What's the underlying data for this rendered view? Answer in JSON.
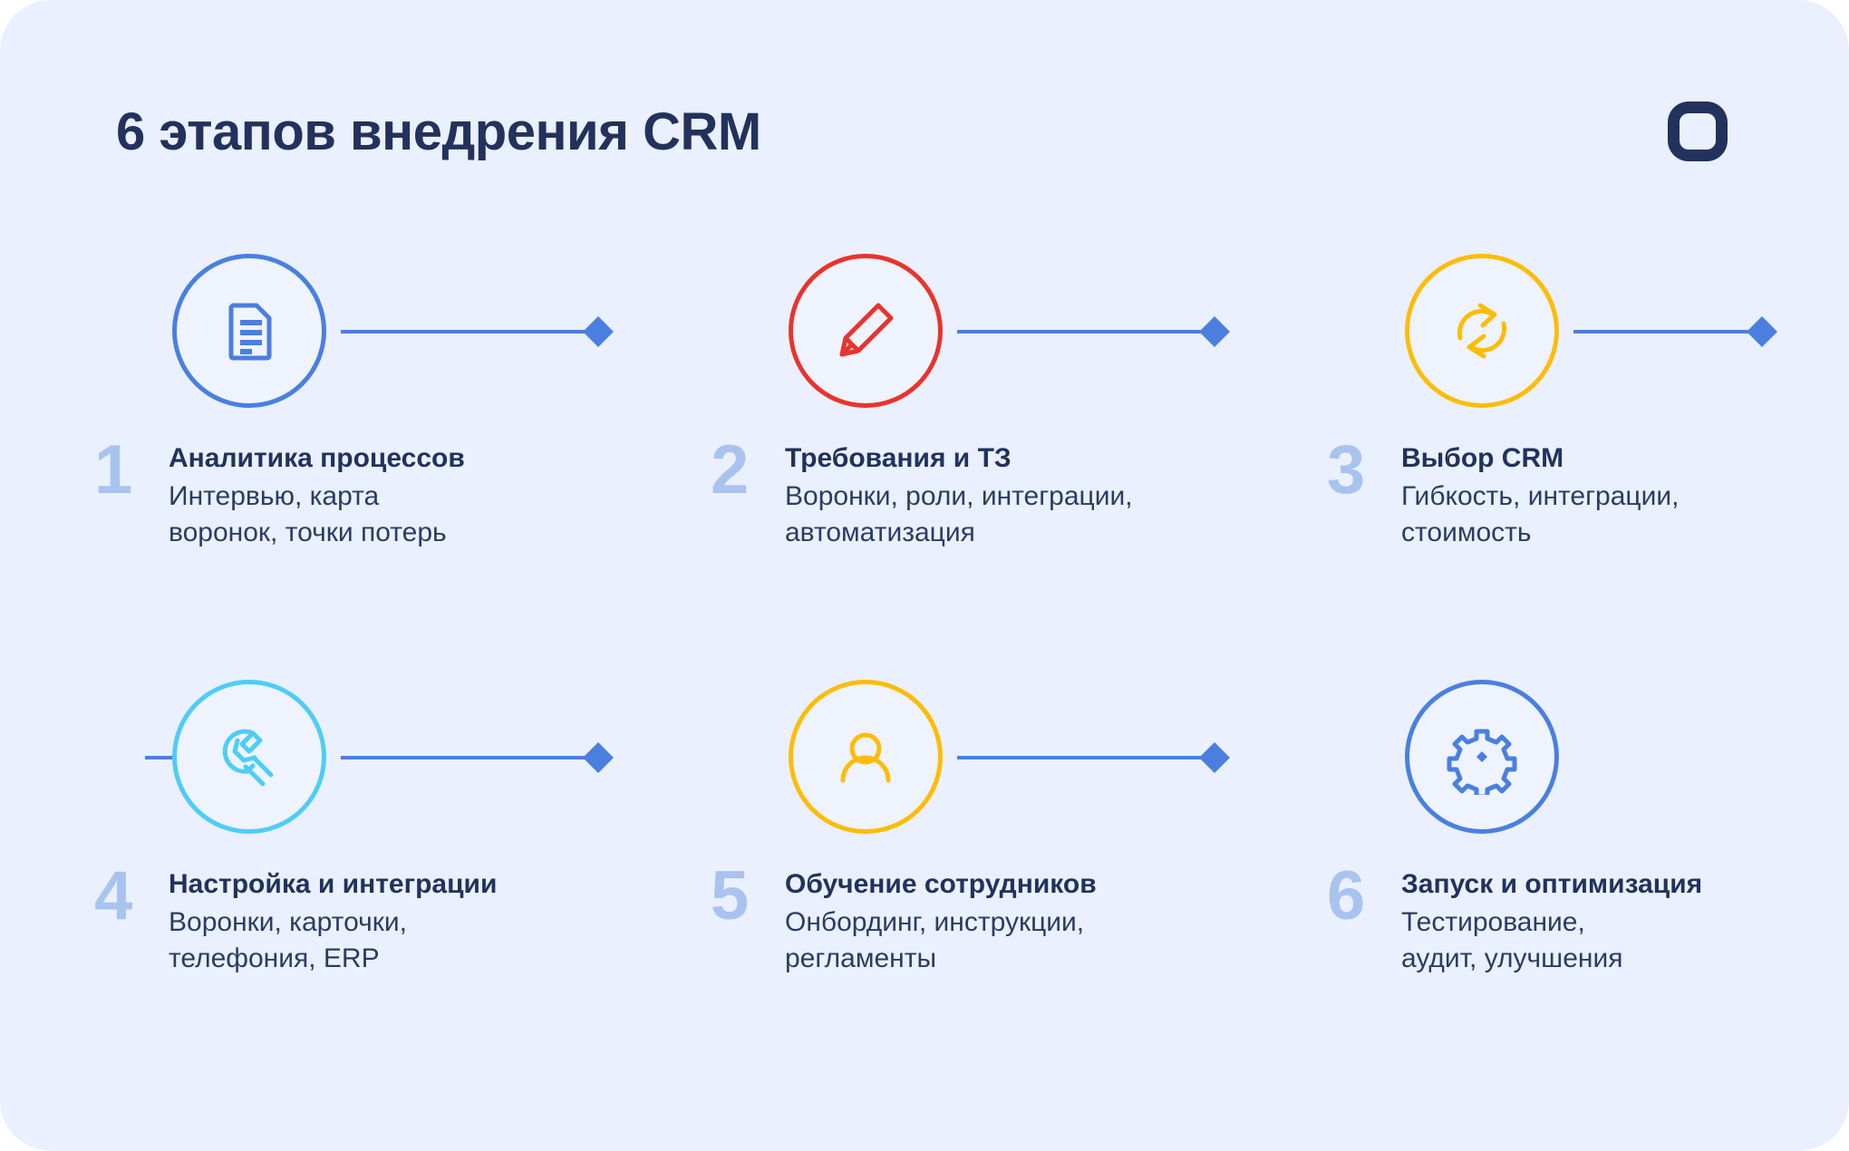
{
  "header": {
    "title": "6 этапов внедрения CRM",
    "logo_icon": "rotating-square-logo-icon"
  },
  "colors": {
    "card_background": "#eaf0fd",
    "page_background": "#ffffff",
    "title_text": "#22325c",
    "body_text": "#2b3c63",
    "step_number": "#a9c3ef",
    "connector": "#4a7fe0",
    "blue": "#4a7fe0",
    "red": "#e8342c",
    "yellow": "#fbbd08",
    "cyan": "#4ecdf5",
    "logo": "#22325c"
  },
  "steps": [
    {
      "number": "1",
      "title": "Аналитика процессов",
      "desc": "Интервью, карта\nворонок, точки потерь",
      "icon": "document-lines-icon",
      "color": "#4a7fe0"
    },
    {
      "number": "2",
      "title": "Требования и ТЗ",
      "desc": "Воронки, роли, интеграции,\nавтоматизация",
      "icon": "pencil-icon",
      "color": "#e8342c"
    },
    {
      "number": "3",
      "title": "Выбор CRM",
      "desc": "Гибкость, интеграции,\nстоимость",
      "icon": "sync-arrows-icon",
      "color": "#fbbd08"
    },
    {
      "number": "4",
      "title": "Настройка и интеграции",
      "desc": "Воронки, карточки,\nтелефония, ERP",
      "icon": "wrench-icon",
      "color": "#4ecdf5"
    },
    {
      "number": "5",
      "title": "Обучение сотрудников",
      "desc": "Онбординг, инструкции,\nрегламенты",
      "icon": "user-person-icon",
      "color": "#fbbd08"
    },
    {
      "number": "6",
      "title": "Запуск и оптимизация",
      "desc": "Тестирование,\nаудит, улучшения",
      "icon": "gear-icon",
      "color": "#4a7fe0"
    }
  ]
}
